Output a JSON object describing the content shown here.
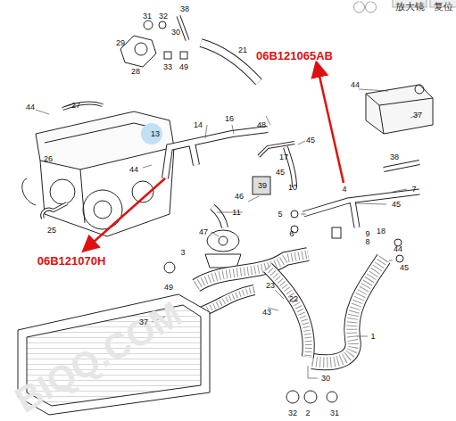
{
  "diagram": {
    "labels": [
      "放大镜",
      "复位",
      "31",
      "32",
      "38",
      "30",
      "29",
      "33",
      "49",
      "28",
      "21",
      "06B121065AB",
      "44",
      "37",
      "44",
      "27",
      "16",
      "14",
      "13",
      "48",
      "45",
      "17",
      "26",
      "44",
      "45",
      "38",
      "39",
      "10",
      "4",
      "7",
      "46",
      "11",
      "45",
      "5",
      "25",
      "47",
      "6",
      "18",
      "9",
      "8",
      "06B121070H",
      "3",
      "44",
      "45",
      "49",
      "23",
      "22",
      "43",
      "1",
      "37",
      "30",
      "32",
      "2",
      "31",
      "BIQQ.COM"
    ]
  }
}
